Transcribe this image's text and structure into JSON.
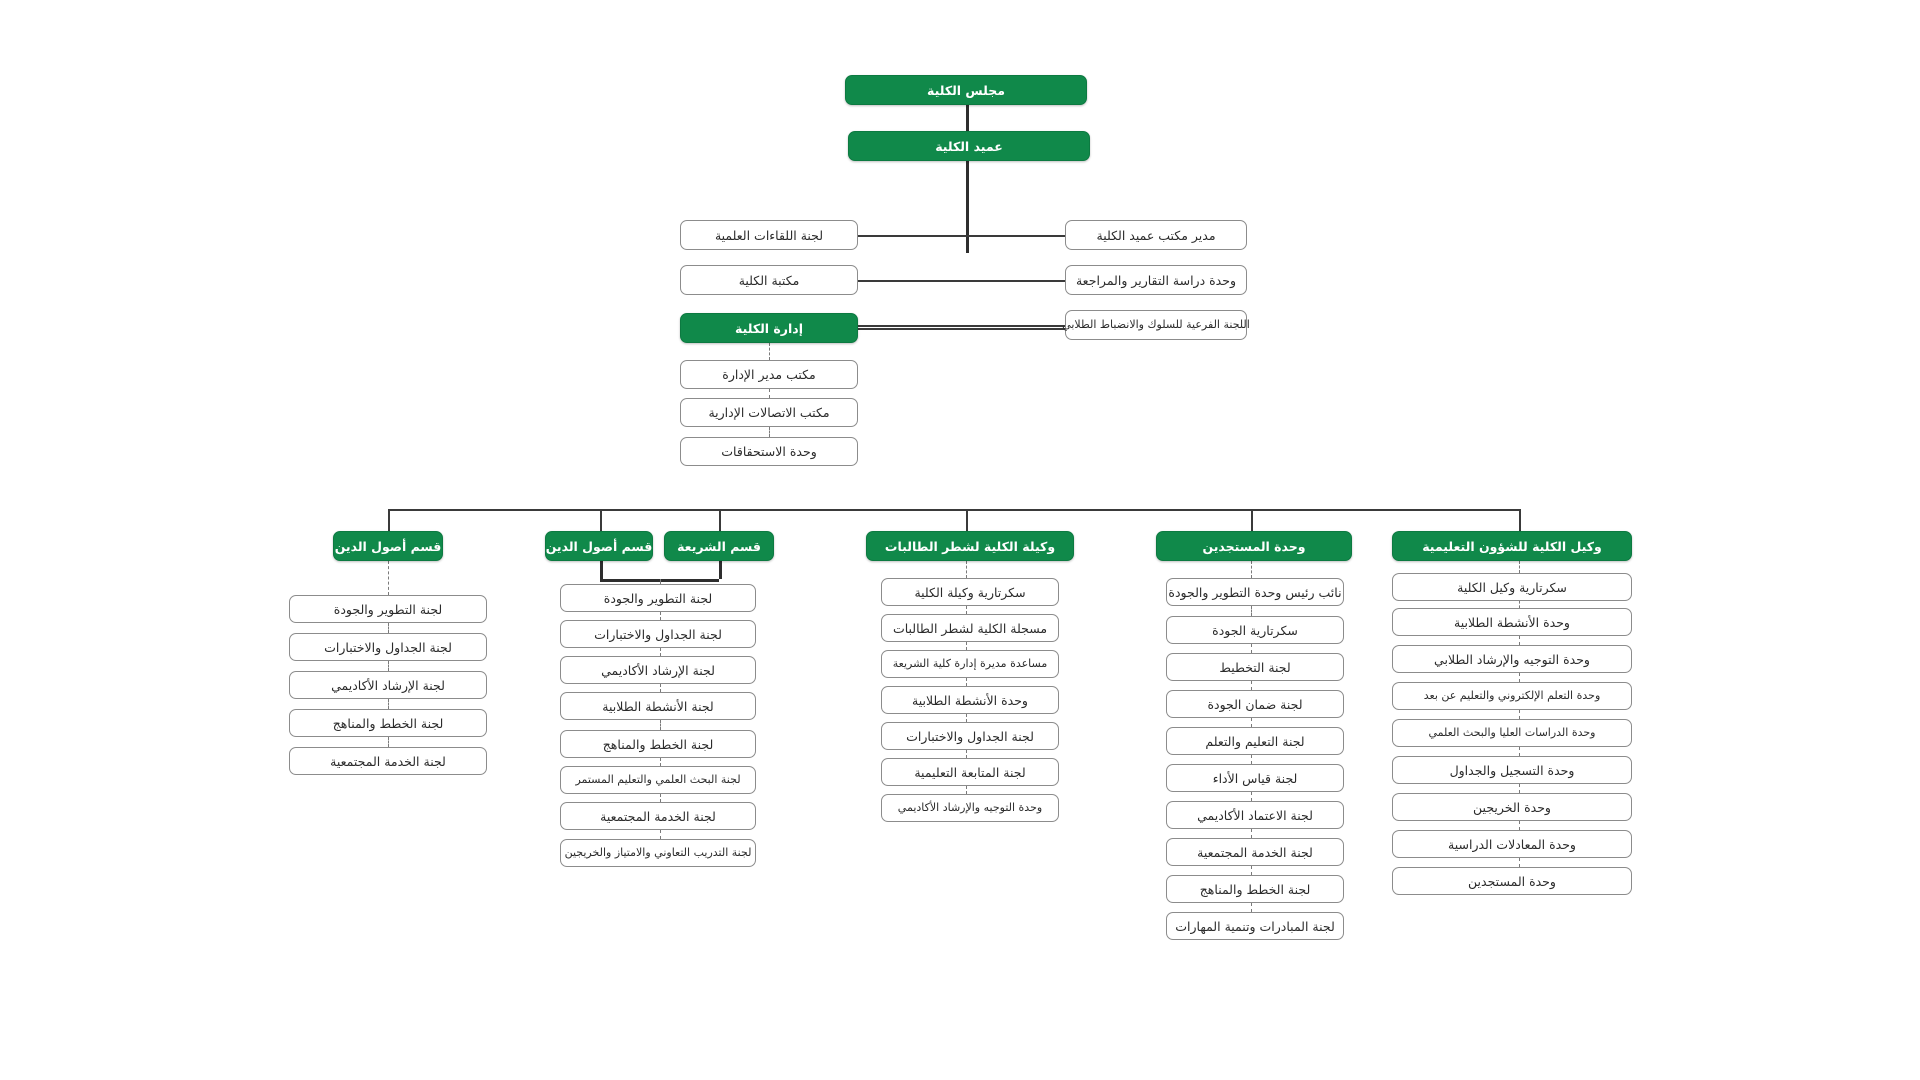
{
  "theme": {
    "green": "#10894a",
    "line": "#3a3a3a",
    "dashed_line": "#7a7a7a",
    "box_border": "#8c8c8c",
    "text": "#2b2b2b",
    "background": "#ffffff"
  },
  "top": {
    "council": "مجلس الكلية",
    "dean": "عميد الكلية"
  },
  "dean_left_branch": [
    {
      "label": "لجنة اللقاءات العلمية",
      "type": "plain"
    },
    {
      "label": "مكتبة الكلية",
      "type": "plain"
    },
    {
      "label": "إدارة الكلية",
      "type": "green"
    }
  ],
  "dean_right_branch": [
    {
      "label": "مدير مكتب عميد الكلية",
      "type": "plain"
    },
    {
      "label": "وحدة دراسة التقارير والمراجعة",
      "type": "plain"
    },
    {
      "label": "اللجنة الفرعية للسلوك والانضباط الطلابي",
      "type": "plain"
    }
  ],
  "administration_children": [
    "مكتب مدير الإدارة",
    "مكتب الاتصالات الإدارية",
    "وحدة الاستحقاقات"
  ],
  "columns": [
    {
      "id": "usul-aldin-a",
      "head": "قسم أصول الدين",
      "items": [
        "لجنة التطوير والجودة",
        "لجنة الجداول والاختبارات",
        "لجنة الإرشاد الأكاديمي",
        "لجنة الخطط والمناهج",
        "لجنة الخدمة المجتمعية"
      ]
    },
    {
      "id": "usul-aldin-b",
      "head": "قسم أصول الدين",
      "head2": "قسم الشريعة",
      "items": [
        "لجنة التطوير والجودة",
        "لجنة الجداول والاختبارات",
        "لجنة الإرشاد الأكاديمي",
        "لجنة الأنشطة الطلابية",
        "لجنة الخطط والمناهج",
        "لجنة البحث العلمي والتعليم المستمر",
        "لجنة الخدمة المجتمعية",
        "لجنة التدريب التعاوني والامتياز والخريجين"
      ]
    },
    {
      "id": "wakilat-shatr-talibat",
      "head": "وكيلة الكلية لشطر الطالبات",
      "items": [
        "سكرتارية وكيلة الكلية",
        "مسجلة الكلية لشطر الطالبات",
        "مساعدة مديرة إدارة كلية الشريعة",
        "وحدة الأنشطة الطلابية",
        "لجنة الجداول والاختبارات",
        "لجنة المتابعة التعليمية",
        "وحدة التوجيه والإرشاد الأكاديمي"
      ]
    },
    {
      "id": "wihdat-mustajiddin",
      "head": "وحدة المستجدين",
      "items": [
        "نائب رئيس وحدة التطوير والجودة",
        "سكرتارية الجودة",
        "لجنة التخطيط",
        "لجنة ضمان الجودة",
        "لجنة التعليم والتعلم",
        "لجنة قياس الأداء",
        "لجنة الاعتماد الأكاديمي",
        "لجنة الخدمة المجتمعية",
        "لجنة الخطط والمناهج",
        "لجنة المبادرات وتنمية المهارات"
      ]
    },
    {
      "id": "wakil-shuun-taalimiyya",
      "head": "وكيل الكلية للشؤون التعليمية",
      "items": [
        "سكرتارية وكيل الكلية",
        "وحدة الأنشطة الطلابية",
        "وحدة التوجيه والإرشاد الطلابي",
        "وحدة التعلم الإلكتروني والتعليم عن بعد",
        "وحدة الدراسات العليا والبحث العلمي",
        "وحدة التسجيل والجداول",
        "وحدة الخريجين",
        "وحدة المعادلات الدراسية",
        "وحدة المستجدين"
      ]
    }
  ]
}
